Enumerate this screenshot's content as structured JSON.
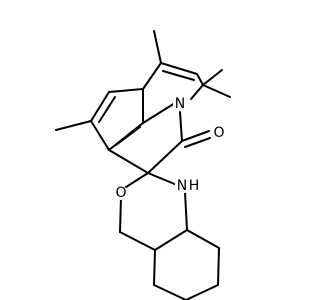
{
  "atoms": [
    {
      "id": "N1",
      "label": "N"
    },
    {
      "id": "O1",
      "label": "O"
    },
    {
      "id": "O2",
      "label": "O"
    },
    {
      "id": "NH",
      "label": "N",
      "suffix": "H"
    }
  ]
}
